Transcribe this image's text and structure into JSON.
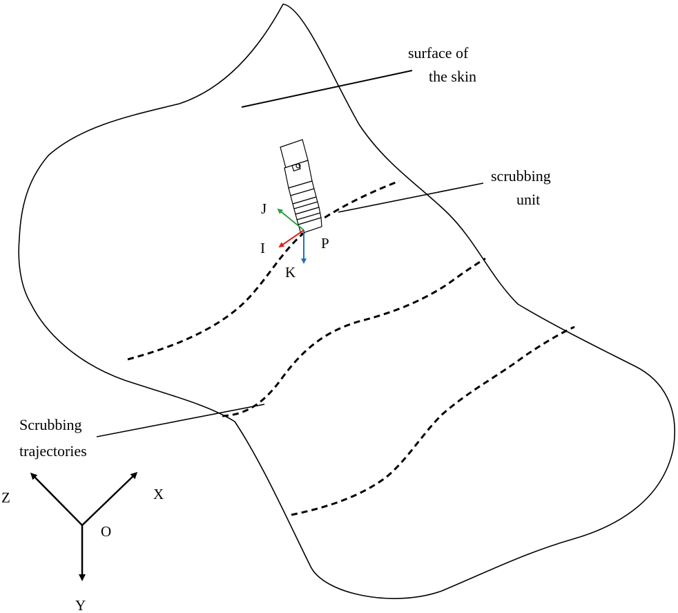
{
  "labels": {
    "surface_line1": "surface of",
    "surface_line2": "the skin",
    "unit_line1": "scrubbing",
    "unit_line2": "unit",
    "traj_line1": "Scrubbing",
    "traj_line2": "trajectories"
  },
  "local_axes": {
    "j": "J",
    "i": "I",
    "k": "K",
    "p": "P"
  },
  "global_axes": {
    "z": "Z",
    "x": "X",
    "y": "Y",
    "o": "O"
  },
  "colors": {
    "line": "#000000",
    "j_axis": "#2e9e3f",
    "i_axis": "#e0201b",
    "k_axis": "#1f6fc4"
  }
}
